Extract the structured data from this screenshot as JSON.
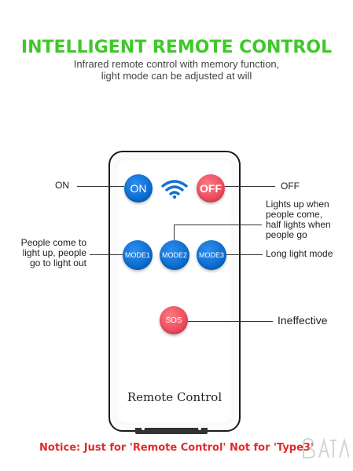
{
  "header": {
    "title": "INTELLIGENT REMOTE CONTROL",
    "subtitle_line1": "Infrared remote control with memory function,",
    "subtitle_line2": "light mode can be adjusted at will"
  },
  "remote": {
    "label": "Remote Control",
    "buttons": {
      "on": "ON",
      "off": "OFF",
      "mode1": "MODE1",
      "mode2": "MODE2",
      "mode3": "MODE3",
      "sos": "SOS"
    },
    "icon": "wifi-signal-icon"
  },
  "annotations": {
    "on": "ON",
    "off": "OFF",
    "mode2_line1": "Lights up when",
    "mode2_line2": "people come,",
    "mode2_line3": "half lights when",
    "mode2_line4": "people go",
    "mode1_line1": "People come to",
    "mode1_line2": "light up, people",
    "mode1_line3": "go to light out",
    "mode3": "Long light mode",
    "sos": "Ineffective"
  },
  "notice": "Notice: Just for 'Remote Control' Not for 'Type3'",
  "colors": {
    "title_green": "#3fc82a",
    "button_blue": "#0868c9",
    "button_red": "#e94656",
    "notice_red": "#e32b2b"
  }
}
